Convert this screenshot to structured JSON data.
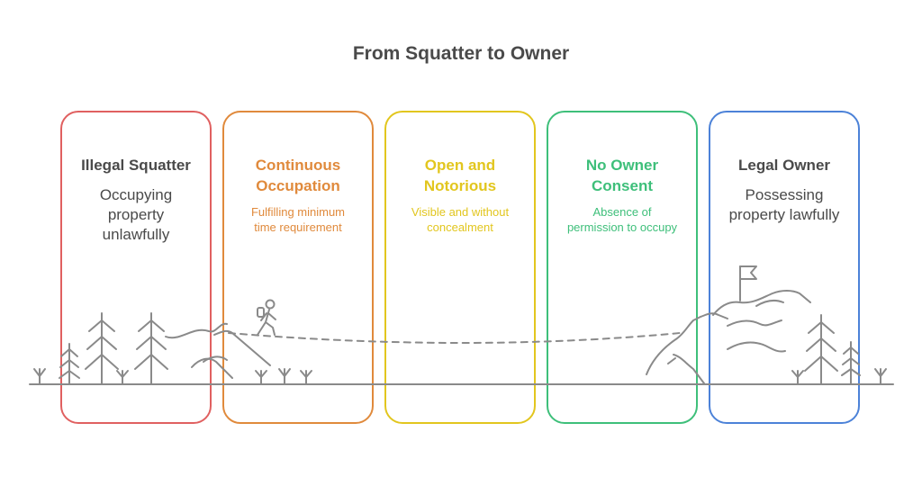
{
  "title": "From Squatter to Owner",
  "stages": [
    {
      "heading": "Illegal Squatter",
      "description": "Occupying\nproperty\nunlawfully",
      "color": "#e06060"
    },
    {
      "heading": "Continuous\nOccupation",
      "description": "Fulfilling minimum\ntime requirement",
      "color": "#e08a3c"
    },
    {
      "heading": "Open and\nNotorious",
      "description": "Visible and without\nconcealment",
      "color": "#e2c61e"
    },
    {
      "heading": "No Owner\nConsent",
      "description": "Absence of\npermission to occupy",
      "color": "#3ebf7a"
    },
    {
      "heading": "Legal Owner",
      "description": "Possessing\nproperty lawfully",
      "color": "#4c82d8"
    }
  ],
  "icons": [
    "pine-tree-icon",
    "hiker-icon",
    "flag-icon",
    "mountain-icon",
    "grass-icon"
  ]
}
